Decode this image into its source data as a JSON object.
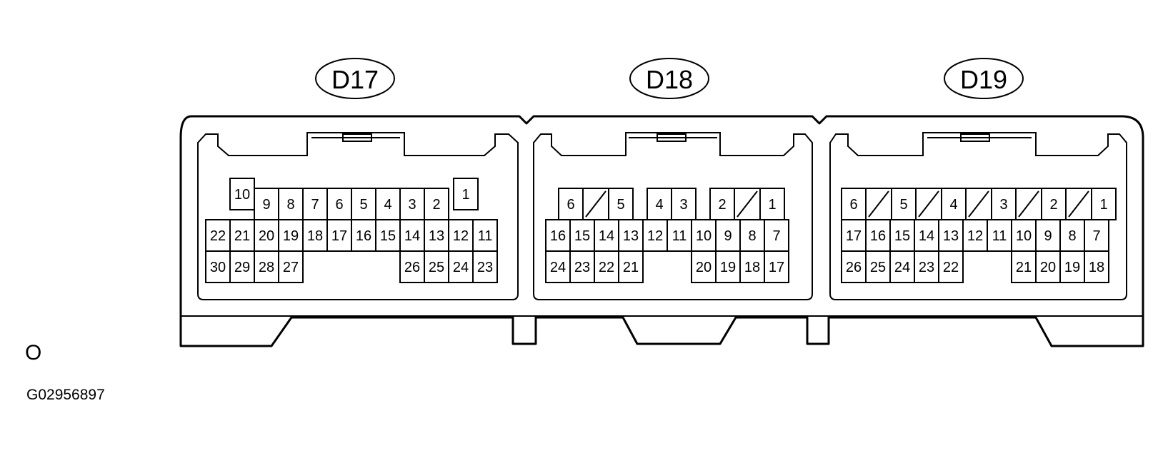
{
  "figure_id": "G02956897",
  "view_letter": "O",
  "connectors": [
    {
      "name": "D17",
      "label": "D17",
      "pins": [
        "10",
        "1",
        "9",
        "8",
        "7",
        "6",
        "5",
        "4",
        "3",
        "2",
        "22",
        "21",
        "20",
        "19",
        "18",
        "17",
        "16",
        "15",
        "14",
        "13",
        "12",
        "11",
        "30",
        "29",
        "28",
        "27",
        "26",
        "25",
        "24",
        "23"
      ]
    },
    {
      "name": "D18",
      "label": "D18",
      "pins": [
        "6",
        "5",
        "4",
        "3",
        "2",
        "1",
        "16",
        "15",
        "14",
        "13",
        "12",
        "11",
        "10",
        "9",
        "8",
        "7",
        "24",
        "23",
        "22",
        "21",
        "20",
        "19",
        "18",
        "17"
      ]
    },
    {
      "name": "D19",
      "label": "D19",
      "pins": [
        "6",
        "5",
        "4",
        "3",
        "2",
        "1",
        "17",
        "16",
        "15",
        "14",
        "13",
        "12",
        "11",
        "10",
        "9",
        "8",
        "7",
        "26",
        "25",
        "24",
        "23",
        "22",
        "21",
        "20",
        "19",
        "18"
      ]
    }
  ]
}
